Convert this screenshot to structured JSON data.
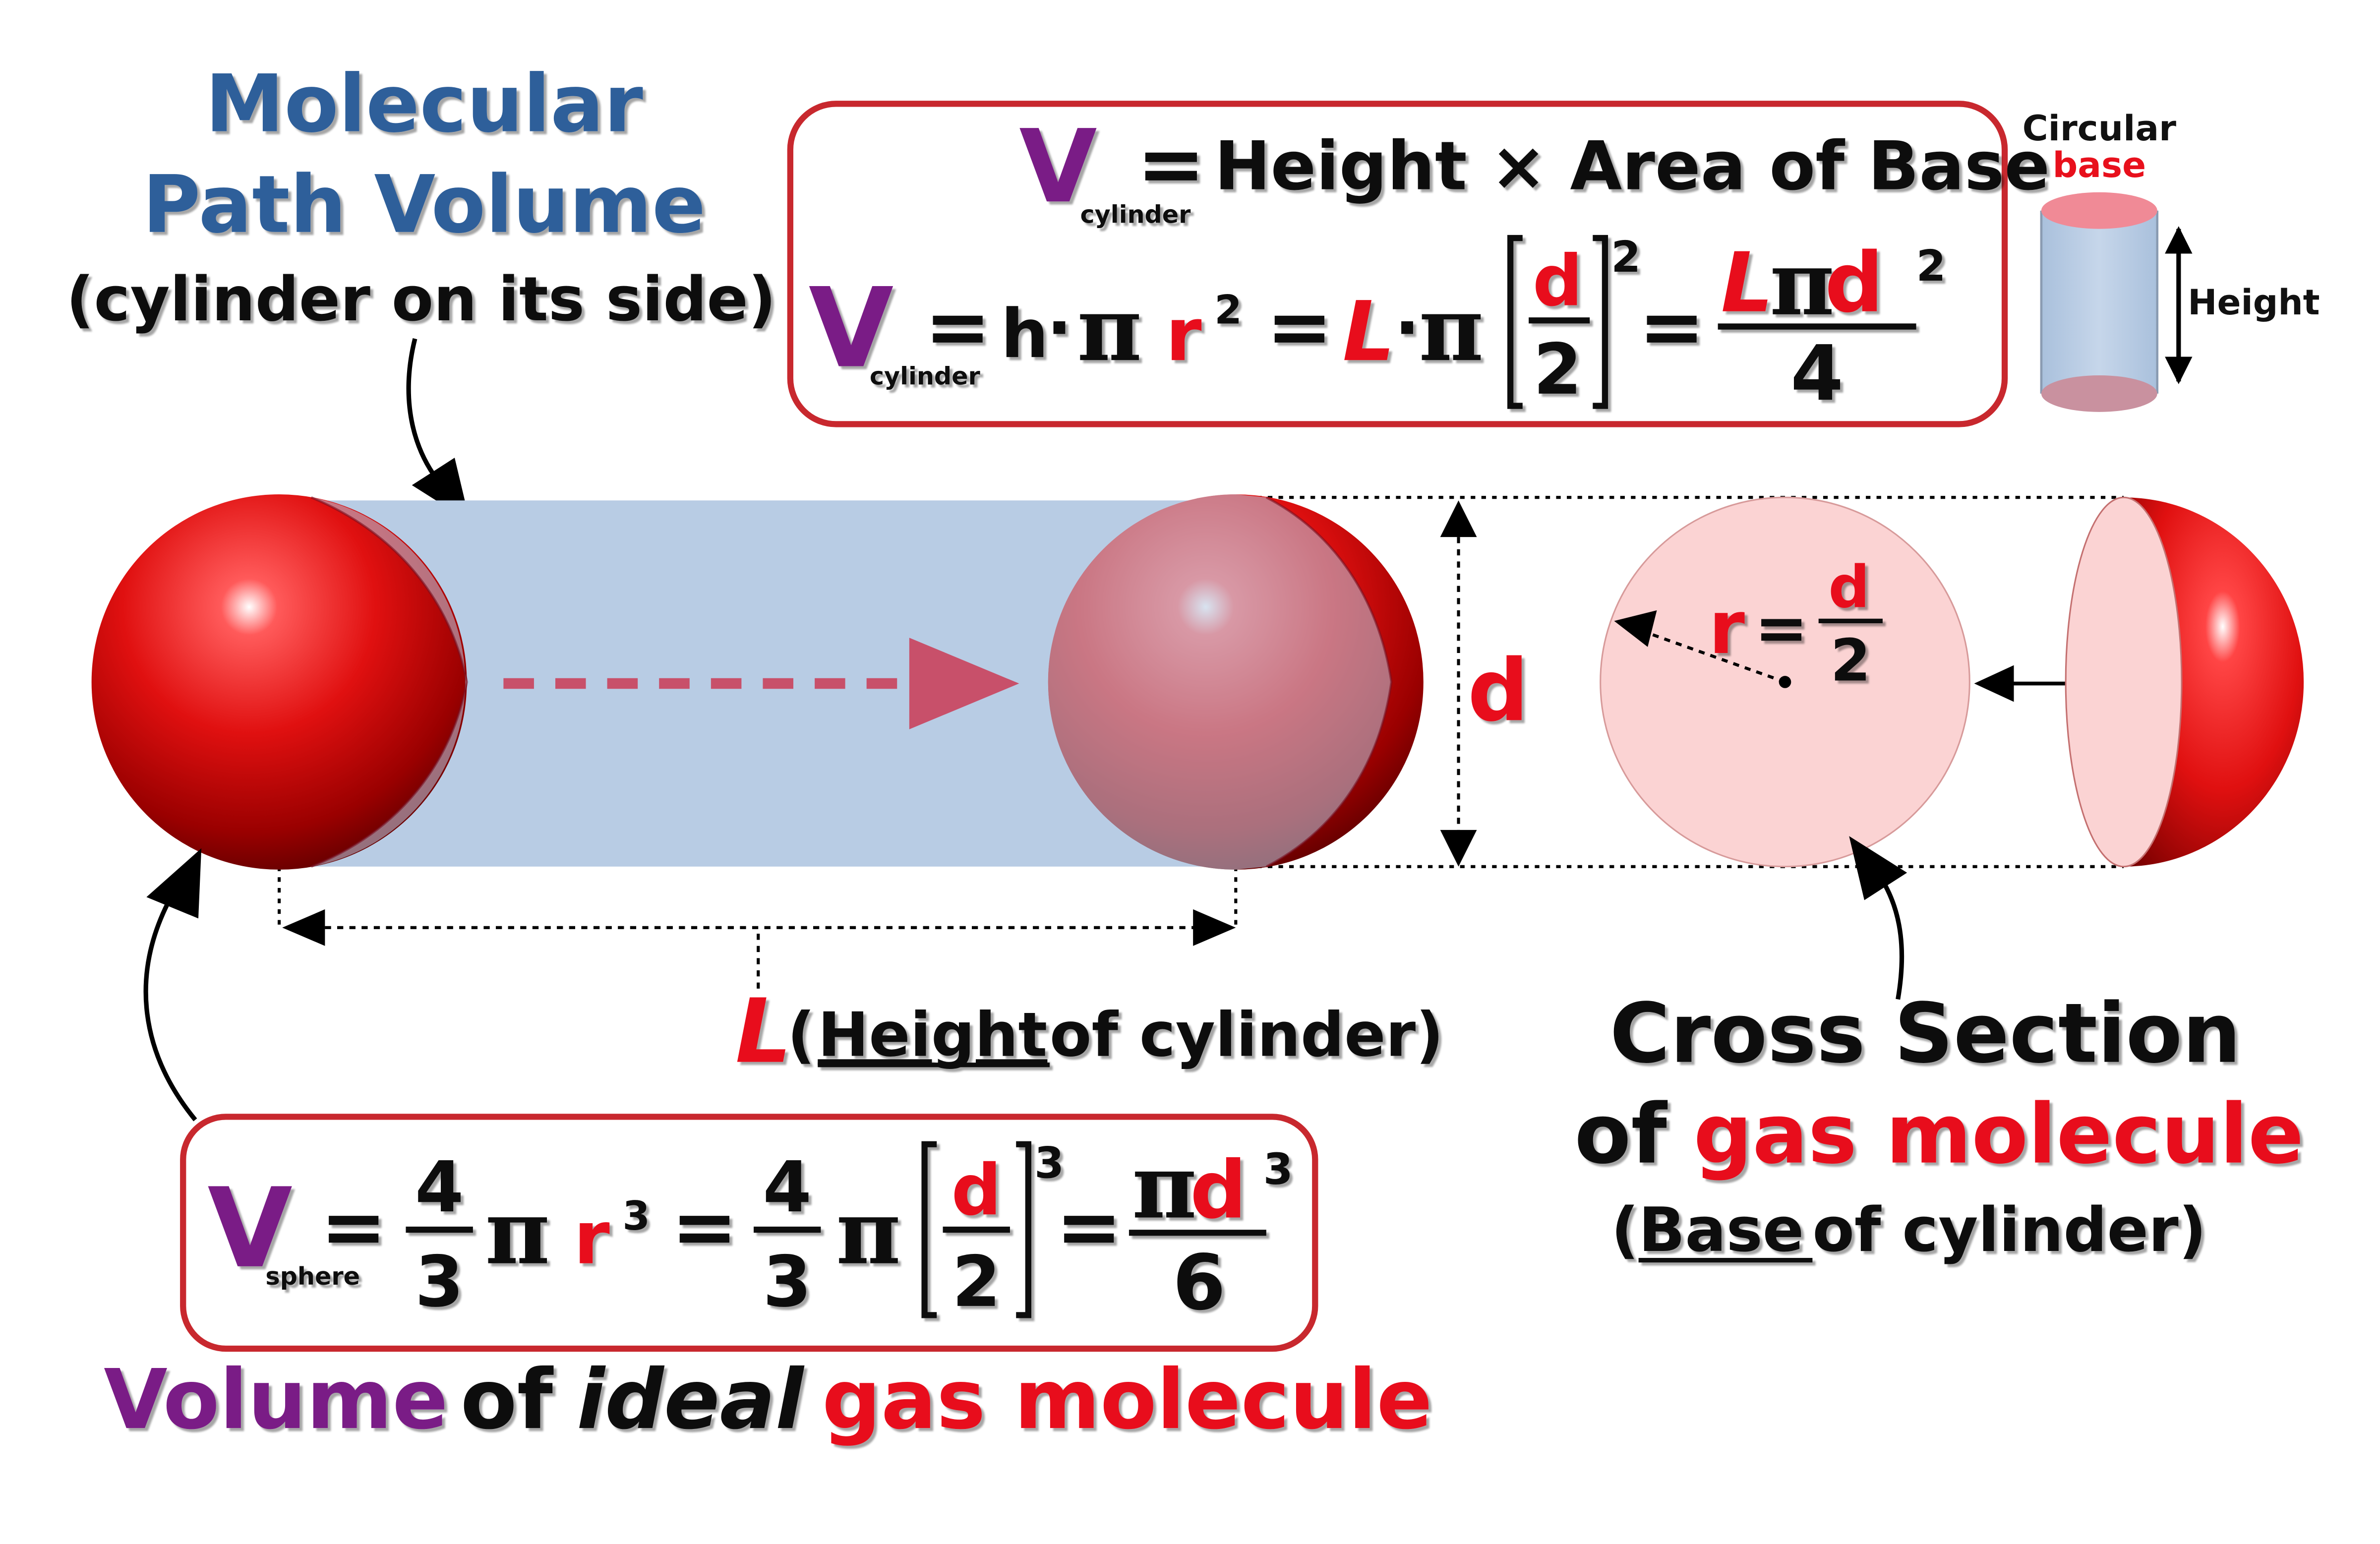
{
  "colors": {
    "blue_title": "#2f5f9a",
    "purple": "#7a1f86",
    "red": "#e8101c",
    "black": "#111111",
    "box_border": "#c8282e",
    "cylinder_fill": "#b8cce4",
    "cross_section_fill": "#fbd3d3",
    "arrow_dash": "#c8506a"
  },
  "icons": [
    "sphere",
    "half-sphere",
    "cylinder",
    "arrow"
  ],
  "title": {
    "line1": "Molecular",
    "line2": "Path Volume",
    "line3": "(cylinder on its side)"
  },
  "cyl_formula": {
    "line1": {
      "v": "V",
      "sub": "cylinder",
      "eq": "=",
      "rhs": "Height × Area of Base"
    },
    "line2": {
      "v": "V",
      "sub": "cylinder",
      "eq1": "=",
      "h": "h",
      "dot1": "·",
      "pi1": "π",
      "r": "r",
      "exp1": "2",
      "eq2": "=",
      "L": "L",
      "dot2": "·",
      "pi2": "π",
      "num": "d",
      "den": "2",
      "exp2": "2",
      "eq3": "=",
      "res_L": "L",
      "res_pi": "π",
      "res_d": "d",
      "res_exp": "2",
      "res_den": "4"
    }
  },
  "mini_cylinder": {
    "top1": "Circular",
    "top2": "base",
    "height": "Height"
  },
  "diagram": {
    "d_label": "d",
    "r_eq": {
      "r": "r",
      "eq": "=",
      "num": "d",
      "den": "2"
    },
    "length_label": {
      "L": "L",
      "open": "(",
      "height": "Height",
      "rest": " of cylinder)"
    }
  },
  "cross_section": {
    "line1": "Cross Section",
    "line2_of": "of ",
    "line2_gas": "gas molecule",
    "line3_open": "(",
    "line3_base": "Base",
    "line3_rest": " of cylinder)"
  },
  "sphere_formula": {
    "v": "V",
    "sub": "sphere",
    "eq1": "=",
    "n1": "4",
    "d1": "3",
    "pi1": "π",
    "r": "r",
    "exp1": "3",
    "eq2": "=",
    "n2": "4",
    "d2": "3",
    "pi2": "π",
    "num": "d",
    "den": "2",
    "exp2": "3",
    "eq3": "=",
    "res_pi": "π",
    "res_d": "d",
    "res_exp": "3",
    "res_den": "6"
  },
  "bottom_caption": {
    "volume": "Volume",
    "of": " of ",
    "ideal": "ideal",
    "gas": " gas molecule"
  }
}
